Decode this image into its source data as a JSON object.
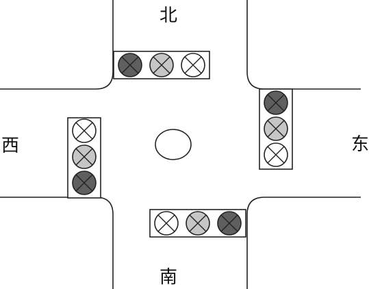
{
  "directions": {
    "north": "北",
    "south": "南",
    "west": "西",
    "east": "东"
  },
  "lamp_colors": {
    "dark": "#5f5f5f",
    "gray": "#c6c6c6",
    "white": "#ffffff",
    "stroke": "#222222"
  },
  "traffic_lights": {
    "north": [
      "dark",
      "gray",
      "white"
    ],
    "east": [
      "dark",
      "gray",
      "white"
    ],
    "south": [
      "white",
      "gray",
      "dark"
    ],
    "west": [
      "white",
      "gray",
      "dark"
    ]
  }
}
